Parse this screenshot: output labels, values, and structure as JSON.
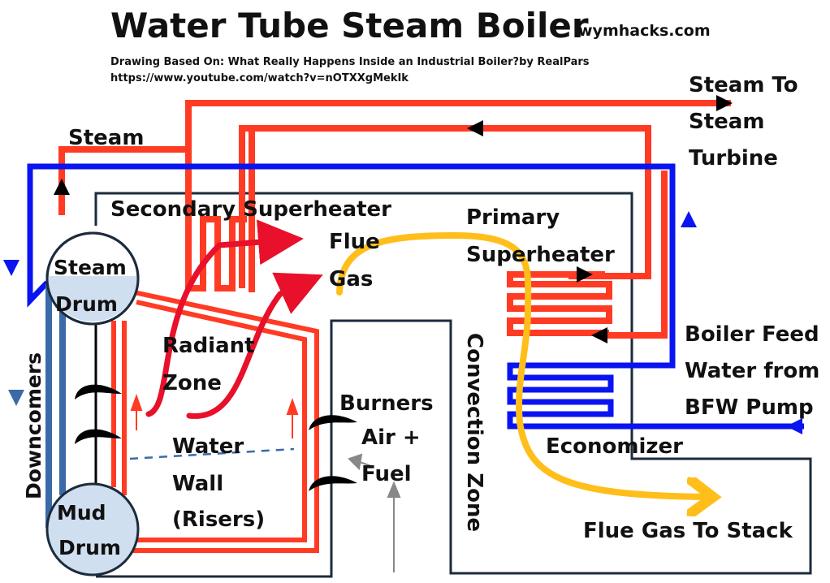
{
  "title": "Water Tube Steam Boiler",
  "site": "wymhacks.com",
  "subtitle": "Drawing Based On: What Really Happens Inside an Industrial Boiler?by RealPars",
  "url": "https://www.youtube.com/watch?v=nOTXXgMekIk",
  "labels": {
    "steam": "Steam",
    "steam_to_turbine": [
      "Steam To",
      "Steam",
      "Turbine"
    ],
    "secondary_superheater": "Secondary Superheater",
    "primary_superheater": [
      "Primary",
      "Superheater"
    ],
    "flue_gas": [
      "Flue",
      "Gas"
    ],
    "steam_drum": [
      "Steam",
      "Drum"
    ],
    "mud_drum": [
      "Mud",
      "Drum"
    ],
    "downcomers": "Downcomers",
    "radiant_zone": [
      "Radiant",
      "Zone"
    ],
    "water_wall": [
      "Water",
      "Wall",
      "(Risers)"
    ],
    "burners": [
      "Burners",
      "Air +",
      "Fuel"
    ],
    "convection_zone": "Convection Zone",
    "boiler_feed": [
      "Boiler Feed",
      "Water from",
      "BFW Pump"
    ],
    "economizer": "Economizer",
    "flue_gas_stack": "Flue Gas To Stack"
  },
  "colors": {
    "steam_red": "#ff3b24",
    "flue_red": "#e8102a",
    "water_blue": "#0a14f0",
    "downcomer_blue": "#3a6aa8",
    "drum_fill": "#cfdff0",
    "flue_yellow": "#ffbe1a",
    "wall_dark": "#1c2b3c"
  }
}
